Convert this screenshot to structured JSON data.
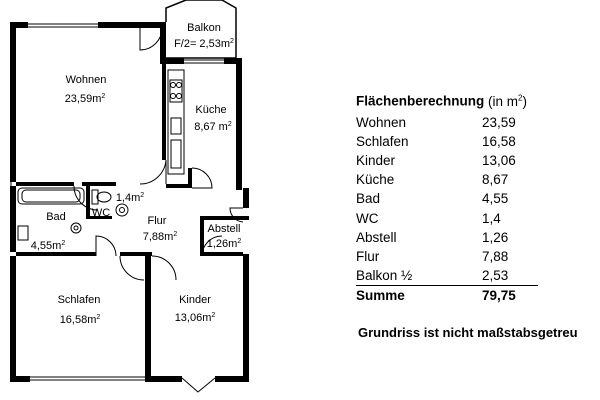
{
  "rooms": {
    "wohnen": {
      "name": "Wohnen",
      "area": "23,59m",
      "unit_sup": "2"
    },
    "kueche": {
      "name": "Küche",
      "area": "8,67 m",
      "unit_sup": "2"
    },
    "balkon": {
      "name": "Balkon",
      "area": "F/2= 2,53m",
      "unit_sup": "2"
    },
    "wc": {
      "name": "WC",
      "area": "1,4m",
      "unit_sup": "2"
    },
    "bad": {
      "name": "Bad",
      "area": "4,55m",
      "unit_sup": "2"
    },
    "flur": {
      "name": "Flur",
      "area": "7,88m",
      "unit_sup": "2"
    },
    "abstell": {
      "name": "Abstell",
      "area": "1,26m",
      "unit_sup": "2"
    },
    "schlafen": {
      "name": "Schlafen",
      "area": "16,58m",
      "unit_sup": "2"
    },
    "kinder": {
      "name": "Kinder",
      "area": "13,06m",
      "unit_sup": "2"
    }
  },
  "area_table": {
    "title": "Flächenberechnung",
    "unit": "(in m",
    "unit_sup": "2",
    "unit_close": ")",
    "rows": [
      {
        "name": "Wohnen",
        "value": "23,59"
      },
      {
        "name": "Schlafen",
        "value": "16,58"
      },
      {
        "name": "Kinder",
        "value": "13,06"
      },
      {
        "name": "Küche",
        "value": "8,67"
      },
      {
        "name": "Bad",
        "value": "4,55"
      },
      {
        "name": "WC",
        "value": "1,4"
      },
      {
        "name": "Abstell",
        "value": "1,26"
      },
      {
        "name": "Flur",
        "value": "7,88"
      },
      {
        "name": "Balkon ½",
        "value": "2,53"
      }
    ],
    "sum": {
      "name": "Summe",
      "value": "79,75"
    }
  },
  "note": "Grundriss ist nicht maßstabsgetreu"
}
